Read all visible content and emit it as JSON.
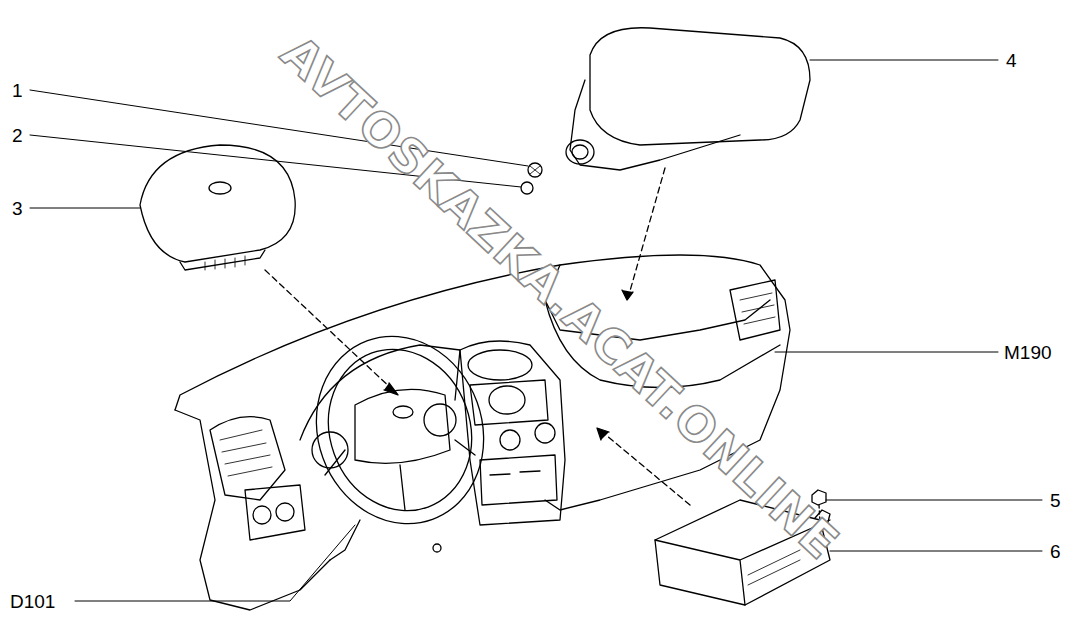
{
  "diagram": {
    "labels": [
      "1",
      "2",
      "3",
      "4",
      "M190",
      "5",
      "6",
      "D101",
      "AVTOSKAZKA.ACAT.ONLINE"
    ]
  }
}
